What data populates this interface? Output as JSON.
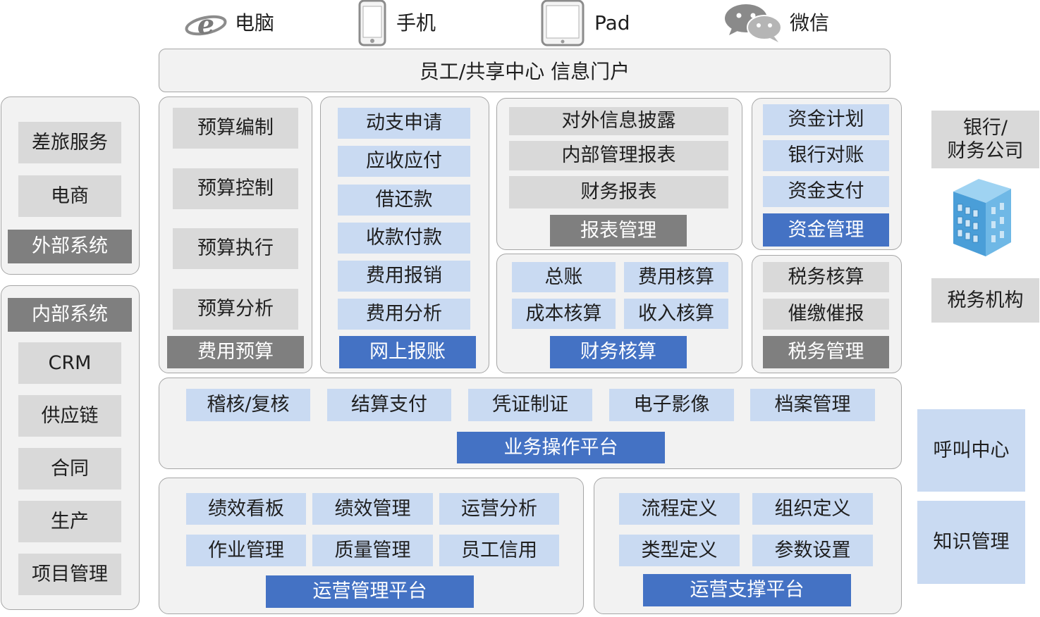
{
  "devices": [
    {
      "icon": "ie-icon",
      "label": "电脑"
    },
    {
      "icon": "phone-icon",
      "label": "手机"
    },
    {
      "icon": "tablet-icon",
      "label": "Pad"
    },
    {
      "icon": "wechat-icon",
      "label": "微信"
    }
  ],
  "portal": "员工/共享中心 信息门户",
  "external": {
    "items": [
      "差旅服务",
      "电商"
    ],
    "title": "外部系统"
  },
  "internal": {
    "title": "内部系统",
    "items": [
      "CRM",
      "供应链",
      "合同",
      "生产",
      "项目管理"
    ]
  },
  "budget": {
    "items": [
      "预算编制",
      "预算控制",
      "预算执行",
      "预算分析"
    ],
    "title": "费用预算"
  },
  "online": {
    "items": [
      "动支申请",
      "应收应付",
      "借还款",
      "收款付款",
      "费用报销",
      "费用分析"
    ],
    "title": "网上报账"
  },
  "report": {
    "items": [
      "对外信息披露",
      "内部管理报表",
      "财务报表"
    ],
    "title": "报表管理"
  },
  "fund": {
    "items": [
      "资金计划",
      "银行对账",
      "资金支付"
    ],
    "title": "资金管理"
  },
  "accounting": {
    "items": [
      "总账",
      "费用核算",
      "成本核算",
      "收入核算"
    ],
    "title": "财务核算"
  },
  "tax": {
    "items": [
      "税务核算",
      "催缴催报"
    ],
    "title": "税务管理"
  },
  "operation": {
    "items": [
      "稽核/复核",
      "结算支付",
      "凭证制证",
      "电子影像",
      "档案管理"
    ],
    "title": "业务操作平台"
  },
  "opsmgmt": {
    "items": [
      "绩效看板",
      "绩效管理",
      "运营分析",
      "作业管理",
      "质量管理",
      "员工信用"
    ],
    "title": "运营管理平台"
  },
  "opssupport": {
    "items": [
      "流程定义",
      "组织定义",
      "类型定义",
      "参数设置"
    ],
    "title": "运营支撑平台"
  },
  "right": {
    "bank": "银行/\n财务公司",
    "building_icon": "building-icon",
    "taxorg": "税务机构",
    "callcenter": "呼叫中心",
    "knowledge": "知识管理"
  },
  "colors": {
    "panel": "#f2f2f2",
    "gray_box": "#d9d9d9",
    "light_blue_box": "#c9daf2",
    "dark_gray_title": "#7f7f7f",
    "blue_title": "#4472c4"
  }
}
